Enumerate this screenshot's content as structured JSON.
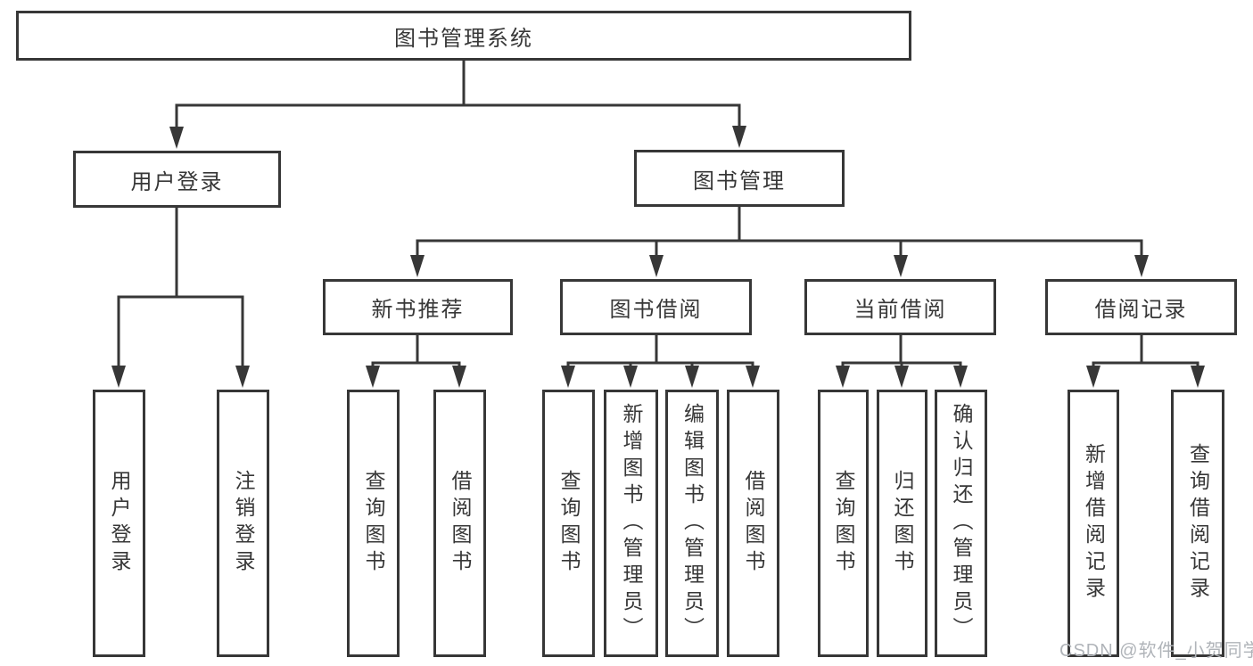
{
  "diagram": {
    "root": {
      "label": "图书管理系统"
    },
    "level2": [
      {
        "label": "用户登录",
        "children": [
          {
            "label": "用户登录"
          },
          {
            "label": "注销登录"
          }
        ]
      },
      {
        "label": "图书管理",
        "children": [
          {
            "label": "新书推荐",
            "children": [
              {
                "label": "查询图书"
              },
              {
                "label": "借阅图书"
              }
            ]
          },
          {
            "label": "图书借阅",
            "children": [
              {
                "label": "查询图书"
              },
              {
                "label": "新增图书（管理员）"
              },
              {
                "label": "编辑图书（管理员）"
              },
              {
                "label": "借阅图书"
              }
            ]
          },
          {
            "label": "当前借阅",
            "children": [
              {
                "label": "查询图书"
              },
              {
                "label": "归还图书"
              },
              {
                "label": "确认归还（管理员）"
              }
            ]
          },
          {
            "label": "借阅记录",
            "children": [
              {
                "label": "新增借阅记录"
              },
              {
                "label": "查询借阅记录"
              }
            ]
          }
        ]
      }
    ]
  },
  "watermark": {
    "text": "CSDN @软件_小贺同学"
  },
  "colors": {
    "line": "#373737",
    "ink": "#373737",
    "background": "#ffffff",
    "watermark": "#b0b4b9"
  }
}
